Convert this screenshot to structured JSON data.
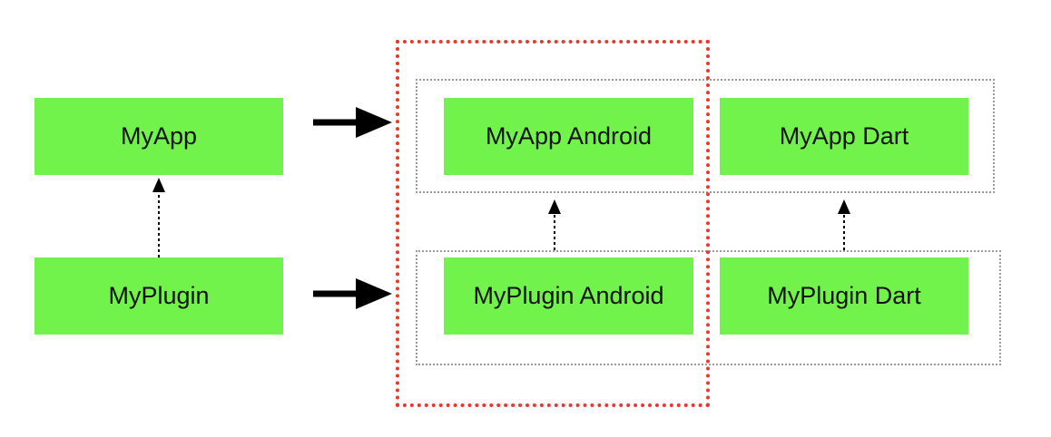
{
  "nodes": {
    "myapp": "MyApp",
    "myplugin": "MyPlugin",
    "myapp_android": "MyApp Android",
    "myapp_dart": "MyApp Dart",
    "myplugin_android": "MyPlugin Android",
    "myplugin_dart": "MyPlugin Dart"
  },
  "colors": {
    "node_fill": "#72f34b",
    "highlight_border": "#e53a2b",
    "group_border": "#9a9a9a",
    "arrow": "#000000"
  }
}
